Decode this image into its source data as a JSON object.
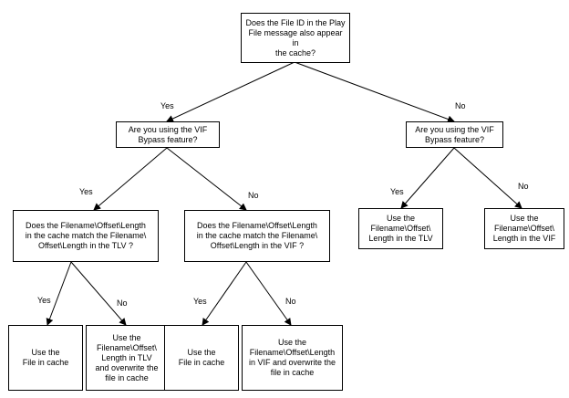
{
  "nodes": {
    "root": "Does the File ID in the Play\nFile message also appear in\nthe cache?",
    "q_vif_yes": "Are you using the VIF\nBypass feature?",
    "q_vif_no": "Are you using the VIF\nBypass feature?",
    "q_match_tlv": "Does the Filename\\Offset\\Length\nin the cache match the Filename\\\nOffset\\Length in the TLV ?",
    "q_match_vif": "Does the Filename\\Offset\\Length\nin the cache match the Filename\\\nOffset\\Length in the VIF ?",
    "use_tlv": "Use the\nFilename\\Offset\\\nLength in the TLV",
    "use_vif": "Use the\nFilename\\Offset\\\nLength in the VIF",
    "cache1": "Use the\nFile in cache",
    "overwrite_tlv": "Use the\nFilename\\Offset\\\nLength in TLV\nand overwrite the\nfile in cache",
    "cache2": "Use the\nFile in cache",
    "overwrite_vif": "Use the\nFilename\\Offset\\Length\nin VIF and overwrite the\nfile in cache"
  },
  "edges": {
    "root_yes": "Yes",
    "root_no": "No",
    "vif_yes": "Yes",
    "vif_no": "No",
    "vif2_yes": "Yes",
    "vif2_no": "No",
    "tlv_yes": "Yes",
    "tlv_no": "No",
    "vifm_yes": "Yes",
    "vifm_no": "No"
  }
}
